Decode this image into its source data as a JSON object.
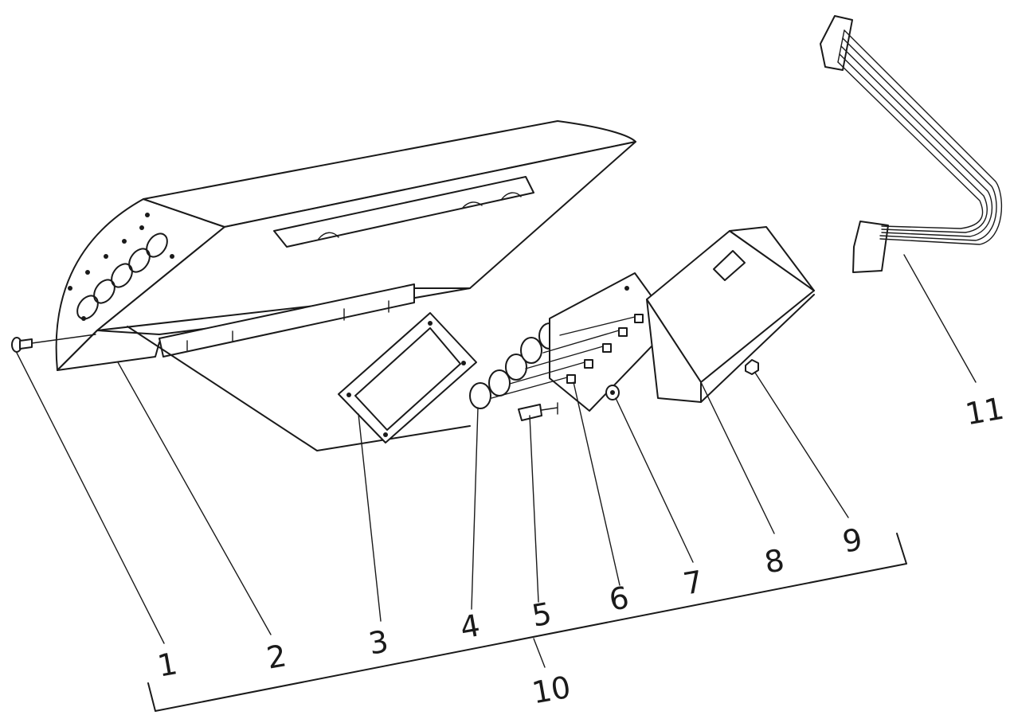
{
  "diagram": {
    "part_labels": [
      "1",
      "2",
      "3",
      "4",
      "5",
      "6",
      "7",
      "8",
      "9",
      "11"
    ],
    "assembly_label": "10"
  }
}
